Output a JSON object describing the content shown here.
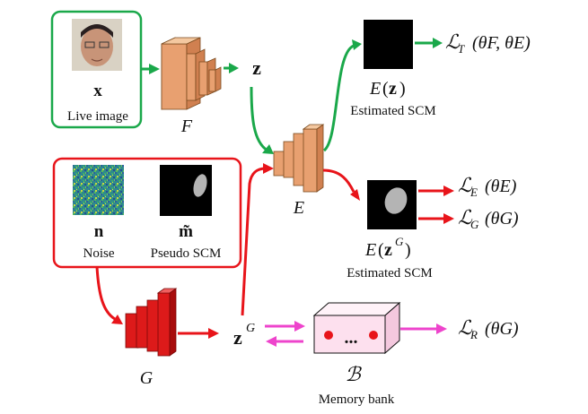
{
  "live_box": {
    "var": "x",
    "caption": "Live image"
  },
  "noise_box": {
    "noise_var": "n",
    "noise_caption": "Noise",
    "pscm_var": "m̃",
    "pscm_caption": "Pseudo SCM"
  },
  "modules": {
    "F": "F",
    "E": "E",
    "G": "G",
    "B": "ℬ",
    "bank_caption": "Memory bank",
    "bank_dots": "..."
  },
  "vars": {
    "z": "z",
    "zG_base": "z",
    "zG_sup": "G"
  },
  "outputs": {
    "ez_E": "E",
    "ez_open": "(",
    "ez_z": "z",
    "ez_close": ")",
    "ez_caption": "Estimated SCM",
    "ezg_E": "E",
    "ezg_open": "(",
    "ezg_z": "z",
    "ezg_sup": "G",
    "ezg_close": ")",
    "ezg_caption": "Estimated SCM"
  },
  "losses": {
    "T": {
      "sym": "ℒ",
      "sub": "T",
      "args": "(θF, θE)"
    },
    "E": {
      "sym": "ℒ",
      "sub": "E",
      "args": "(θE)"
    },
    "G": {
      "sym": "ℒ",
      "sub": "G",
      "args": "(θG)"
    },
    "R": {
      "sym": "ℒ",
      "sub": "R",
      "args": "(θG)"
    }
  },
  "colors": {
    "green": "#1aa84a",
    "red": "#e8141a",
    "magenta": "#ee44cc",
    "orange_face": "#e8a070",
    "red_face": "#dd1a1a",
    "bank_face": "#fde0ee"
  }
}
